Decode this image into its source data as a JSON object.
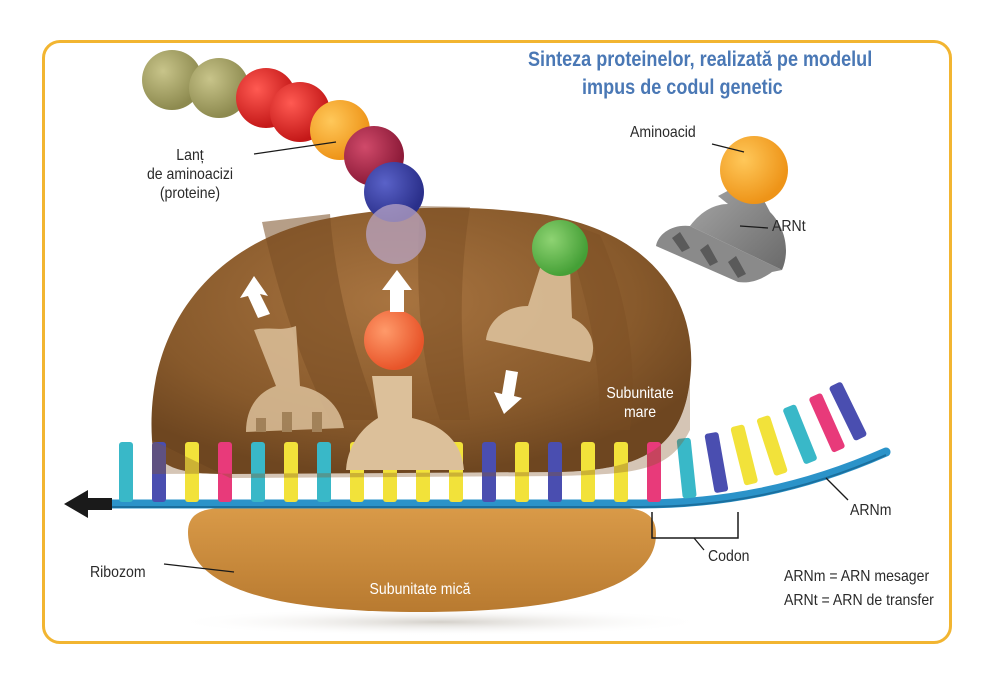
{
  "title": {
    "line1": "Sinteza proteinelor, realizată pe modelul",
    "line2": "impus de codul genetic"
  },
  "labels": {
    "chain_line1": "Lanț",
    "chain_line2": "de aminoacizi",
    "chain_line3": "(proteine)",
    "aminoacid": "Aminoacid",
    "arnt": "ARNt",
    "large_subunit_line1": "Subunitate",
    "large_subunit_line2": "mare",
    "small_subunit": "Subunitate mică",
    "ribozom": "Ribozom",
    "codon": "Codon",
    "arnm": "ARNm"
  },
  "legend": {
    "arnm_def": "ARNm = ARN mesager",
    "arnt_def": "ARNt = ARN de transfer"
  },
  "colors": {
    "frame": "#f2b531",
    "title": "#4a78b5",
    "ribosome_large": "#8a5a2b",
    "ribosome_small": "#c98a3a",
    "mrna_backbone": "#2b93c9"
  }
}
